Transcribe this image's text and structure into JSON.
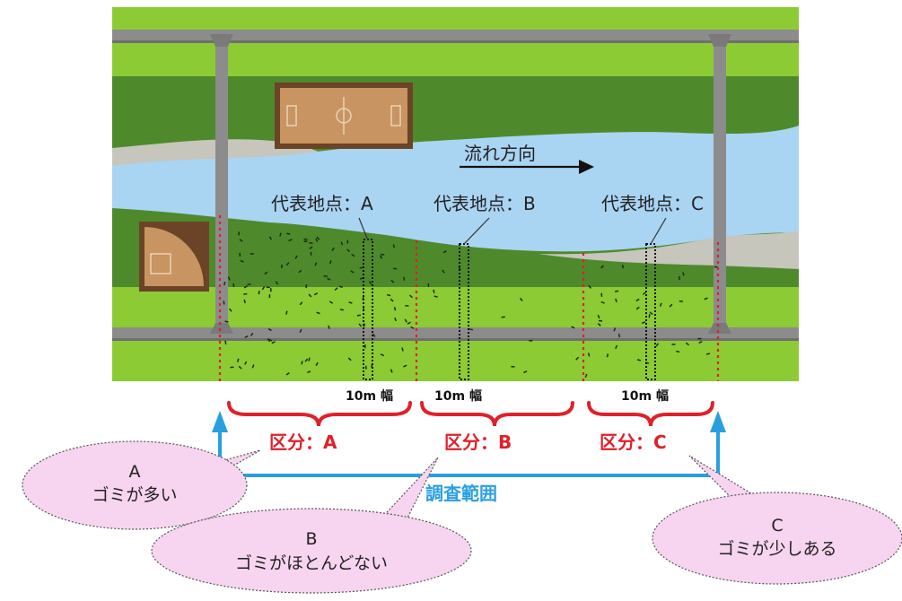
{
  "flow": {
    "label": "流れ方向"
  },
  "points": [
    {
      "label": "代表地点：A"
    },
    {
      "label": "代表地点：B"
    },
    {
      "label": "代表地点：C"
    }
  ],
  "width_labels": [
    "10m 幅",
    "10m 幅",
    "10m 幅"
  ],
  "sections": [
    {
      "label": "区分：A"
    },
    {
      "label": "区分：B"
    },
    {
      "label": "区分：C"
    }
  ],
  "survey_range": {
    "label": "調査範囲"
  },
  "bubbles": [
    {
      "line1": "A",
      "line2": "ゴミが多い"
    },
    {
      "line1": "B",
      "line2": "ゴミがほとんどない"
    },
    {
      "line1": "C",
      "line2": "ゴミが少しある"
    }
  ],
  "colors": {
    "grass_light": "#8ccb34",
    "grass_dark": "#4e8a2c",
    "river": "#a9d4f2",
    "road": "#8c8c8c",
    "field": "#c89461",
    "red": "#e0202a",
    "blue": "#2a9fe0",
    "bubble": "#f7d4ef"
  }
}
